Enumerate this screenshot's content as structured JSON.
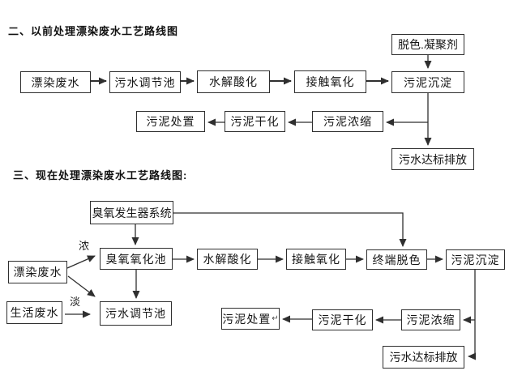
{
  "colors": {
    "background": "#ffffff",
    "ink": "#2f2f2f"
  },
  "diagram1": {
    "title": "二、以前处理漂染废水工艺路线图",
    "nodes": {
      "dye_wastewater": "漂染废水",
      "regulating_tank": "污水调节池",
      "hydrolysis_acidification": "水解酸化",
      "contact_oxidation": "接触氧化",
      "sludge_sedimentation": "污泥沉淀",
      "decolor_coagulant": "脱色.凝聚剂",
      "sludge_disposal": "污泥处置",
      "sludge_drying": "污泥干化",
      "sludge_thickening": "污泥浓缩",
      "discharge_up_to_standard": "污水达标排放"
    }
  },
  "diagram2": {
    "title": "三、现在处理漂染废水工艺路线图:",
    "nodes": {
      "ozone_generator_system": "臭氧发生器系统",
      "ozone_oxidation_tank": "臭氧氧化池",
      "dye_wastewater": "漂染废水",
      "domestic_wastewater": "生活废水",
      "regulating_tank": "污水调节池",
      "hydrolysis_acidification": "水解酸化",
      "contact_oxidation": "接触氧化",
      "terminal_decolorization": "终端脱色",
      "sludge_sedimentation": "污泥沉淀",
      "sludge_thickening": "污泥浓缩",
      "sludge_drying": "污泥干化",
      "sludge_disposal": "污泥处置",
      "sludge_disposal_mark": "↵",
      "discharge_up_to_standard": "污水达标排放",
      "label_concentrated": "浓",
      "label_dilute": "淡"
    }
  }
}
